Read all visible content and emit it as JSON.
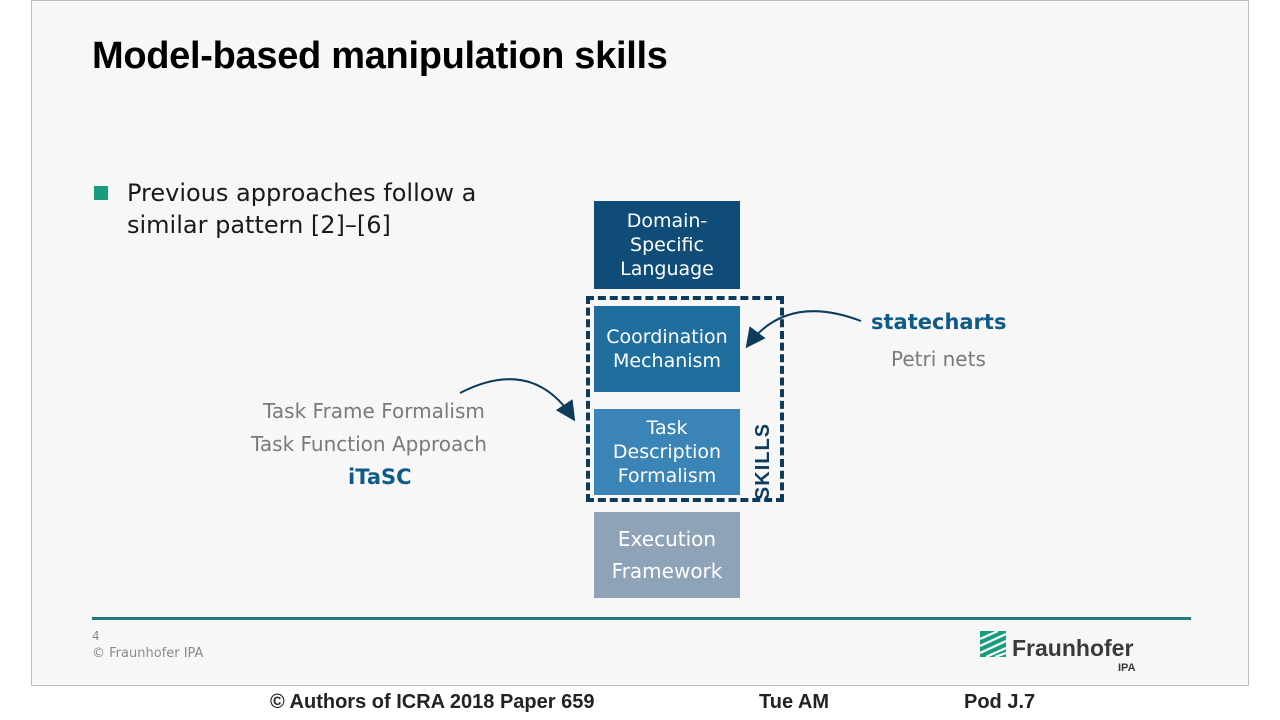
{
  "slide": {
    "title": "Model-based manipulation skills",
    "bullet": "Previous approaches follow a similar pattern [2]–[6]"
  },
  "diagram": {
    "boxes": [
      "Domain-\nSpecific\nLanguage",
      "Coordination\nMechanism",
      "Task\nDescription\nFormalism",
      "Execution\nFramework"
    ],
    "skills_label": "SKILLS",
    "left_items": [
      "Task Frame Formalism",
      "Task Function Approach"
    ],
    "left_highlight": "iTaSC",
    "right_highlight": "statecharts",
    "right_items": [
      "Petri nets"
    ]
  },
  "footer": {
    "page_number": "4",
    "copyright": "© Fraunhofer IPA",
    "logo_name": "Fraunhofer",
    "logo_sub": "IPA"
  },
  "caption": {
    "authors": "© Authors of ICRA 2018 Paper 659",
    "session": "Tue AM",
    "pod": "Pod J.7"
  },
  "colors": {
    "accent_green": "#179c7d",
    "dark_blue": "#0f4d78",
    "mid_blue": "#1f6e9e",
    "light_blue": "#3b84b7",
    "grey_blue": "#8fa3b8"
  }
}
